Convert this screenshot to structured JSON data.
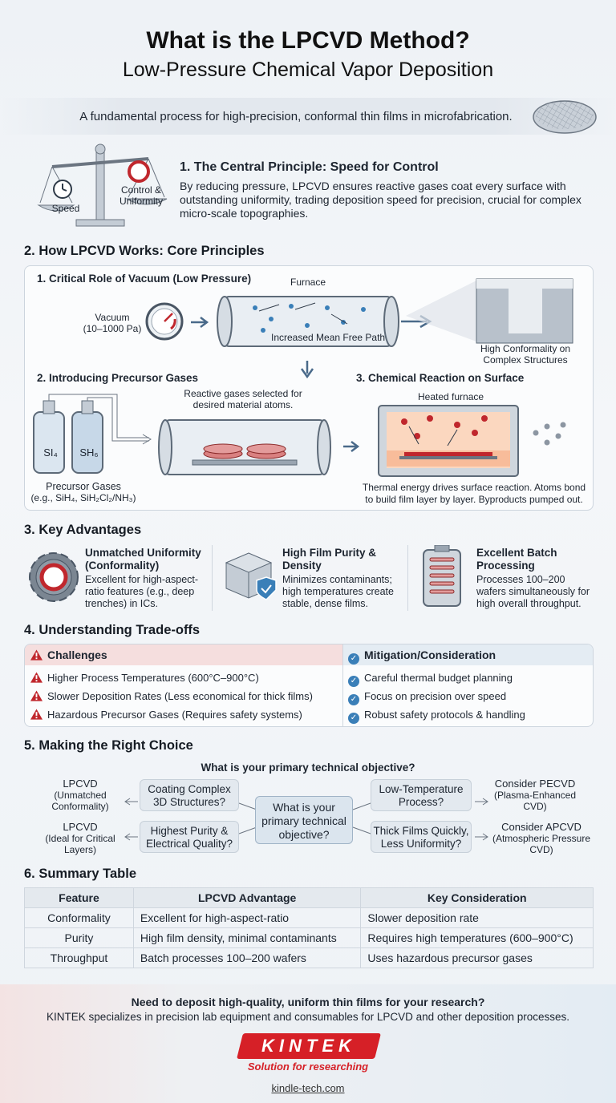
{
  "header": {
    "title": "What is the LPCVD Method?",
    "subtitle": "Low-Pressure Chemical Vapor Deposition",
    "intro": "A fundamental process for high-precision, conformal thin films in microfabrication."
  },
  "principle": {
    "title": "1. The Central Principle: Speed for Control",
    "body": "By reducing pressure, LPCVD ensures reactive gases coat every surface with outstanding uniformity, trading deposition speed for precision, crucial for complex micro-scale topographies.",
    "scale_left": "Speed",
    "scale_right": "Control & Uniformity"
  },
  "how": {
    "title": "2. How LPCVD Works: Core Principles",
    "step1": "1. Critical Role of Vacuum (Low Pressure)",
    "vacuum_label": "Vacuum",
    "vacuum_range": "(10–1000 Pa)",
    "furnace_label": "Furnace",
    "mean_free_path": "Increased Mean Free Path",
    "conformality": "High Conformality on Complex Structures",
    "step2": "2. Introducing Precursor Gases",
    "reactive_note": "Reactive gases selected for desired material atoms.",
    "gas1": "SI₄",
    "gas2": "SH₆",
    "precursor_label": "Precursor Gases",
    "precursor_examples": "(e.g., SiH₄, SiH₂Cl₂/NH₃)",
    "step3": "3. Chemical Reaction on Surface",
    "heated_label": "Heated furnace",
    "reaction_note": "Thermal energy drives surface reaction. Atoms bond to build film layer by layer. Byproducts pumped out."
  },
  "advantages": {
    "title": "3. Key Advantages",
    "items": [
      {
        "title": "Unmatched Uniformity (Conformality)",
        "desc": "Excellent for high-aspect-ratio features (e.g., deep trenches) in ICs."
      },
      {
        "title": "High Film Purity & Density",
        "desc": "Minimizes contaminants; high temperatures create stable, dense films."
      },
      {
        "title": "Excellent Batch Processing",
        "desc": "Processes 100–200 wafers simultaneously for high overall throughput."
      }
    ]
  },
  "tradeoffs": {
    "title": "4. Understanding Trade-offs",
    "challenges_head": "Challenges",
    "mitigation_head": "Mitigation/Consideration",
    "challenges": [
      "Higher Process Temperatures (600°C–900°C)",
      "Slower Deposition Rates (Less economical for thick films)",
      "Hazardous Precursor Gases (Requires safety systems)"
    ],
    "mitigations": [
      "Careful thermal budget planning",
      "Focus on precision over speed",
      "Robust safety protocols & handling"
    ]
  },
  "choice": {
    "title": "5. Making the Right Choice",
    "question": "What is your primary technical objective?",
    "center": "What is your primary technical objective?",
    "q_tl": "Coating Complex 3D Structures?",
    "q_bl": "Highest Purity & Electrical Quality?",
    "q_tr": "Low-Temperature Process?",
    "q_br": "Thick Films Quickly, Less Uniformity?",
    "out_tl_main": "LPCVD",
    "out_tl_sub": "(Unmatched Conformality)",
    "out_bl_main": "LPCVD",
    "out_bl_sub": "(Ideal for Critical Layers)",
    "out_tr_main": "Consider PECVD",
    "out_tr_sub": "(Plasma-Enhanced CVD)",
    "out_br_main": "Consider APCVD",
    "out_br_sub": "(Atmospheric Pressure CVD)"
  },
  "summary": {
    "title": "6. Summary Table",
    "headers": [
      "Feature",
      "LPCVD Advantage",
      "Key Consideration"
    ],
    "rows": [
      [
        "Conformality",
        "Excellent for high-aspect-ratio",
        "Slower deposition rate"
      ],
      [
        "Purity",
        "High film density, minimal contaminants",
        "Requires high temperatures (600–900°C)"
      ],
      [
        "Throughput",
        "Batch processes 100–200 wafers",
        "Uses hazardous precursor gases"
      ]
    ]
  },
  "footer": {
    "question": "Need to deposit high-quality, uniform thin films for your research?",
    "pitch": "KINTEK specializes in precision lab equipment and consumables for LPCVD and other deposition processes.",
    "brand": "KINTEK",
    "tagline": "Solution for researching",
    "url": "kindle-tech.com"
  },
  "colors": {
    "accent_red": "#d62027",
    "accent_blue": "#3a7fb8"
  }
}
